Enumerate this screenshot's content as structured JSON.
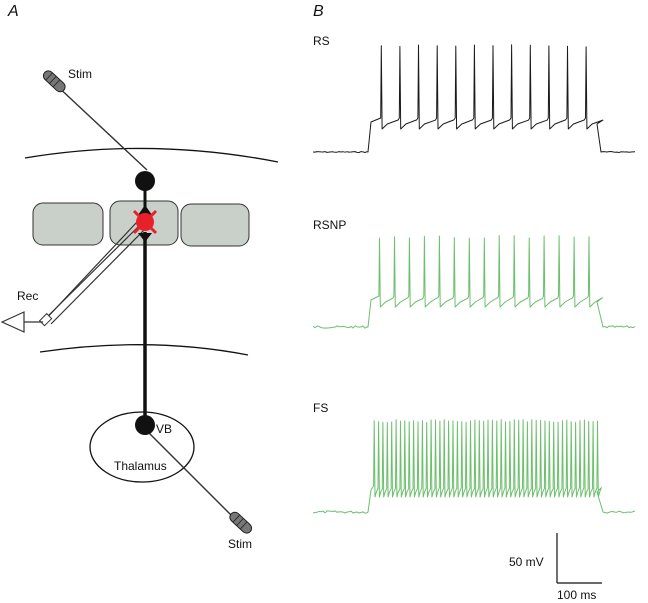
{
  "panel_a": {
    "letter": "A",
    "labels": {
      "stim_top": "Stim",
      "rec": "Rec",
      "vb": "VB",
      "thalamus": "Thalamus",
      "stim_bottom": "Stim"
    }
  },
  "panel_b": {
    "letter": "B",
    "traces": [
      {
        "name": "RS",
        "color": "#1a1a1a",
        "spike_count": 12
      },
      {
        "name": "RSNP",
        "color": "#6cbf6c",
        "spike_count": 15
      },
      {
        "name": "FS",
        "color": "#6cbf6c",
        "spike_count": 52
      }
    ],
    "scale_bar": {
      "voltage": "50 mV",
      "time": "100 ms"
    }
  },
  "colors": {
    "cells": "#c9d0c9",
    "lesion": "#e8202a",
    "neuron": "#111111"
  }
}
